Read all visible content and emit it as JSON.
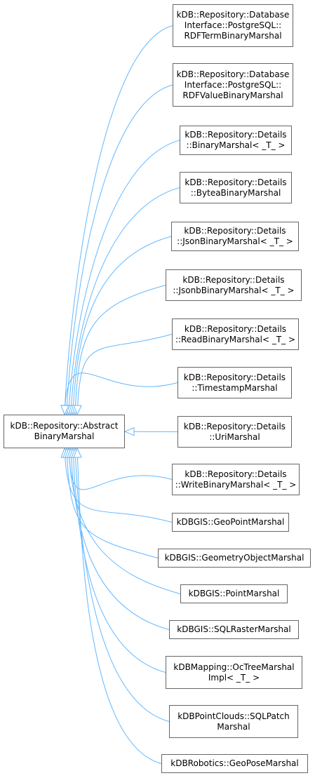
{
  "diagram": {
    "base": {
      "id": "base",
      "label": "kDB::Repository::Abstract\nBinaryMarshal"
    },
    "derived": [
      {
        "id": "n1",
        "label": "kDB::Repository::Database\nInterface::PostgreSQL::\nRDFTermBinaryMarshal"
      },
      {
        "id": "n2",
        "label": "kDB::Repository::Database\nInterface::PostgreSQL::\nRDFValueBinaryMarshal"
      },
      {
        "id": "n3",
        "label": "kDB::Repository::Details\n::BinaryMarshal< _T_ >"
      },
      {
        "id": "n4",
        "label": "kDB::Repository::Details\n::ByteaBinaryMarshal"
      },
      {
        "id": "n5",
        "label": "kDB::Repository::Details\n::JsonBinaryMarshal< _T_ >"
      },
      {
        "id": "n6",
        "label": "kDB::Repository::Details\n::JsonbBinaryMarshal< _T_ >"
      },
      {
        "id": "n7",
        "label": "kDB::Repository::Details\n::ReadBinaryMarshal< _T_ >"
      },
      {
        "id": "n8",
        "label": "kDB::Repository::Details\n::TimestampMarshal"
      },
      {
        "id": "n9",
        "label": "kDB::Repository::Details\n::UriMarshal"
      },
      {
        "id": "n10",
        "label": "kDB::Repository::Details\n::WriteBinaryMarshal< _T_ >"
      },
      {
        "id": "n11",
        "label": "kDBGIS::GeoPointMarshal"
      },
      {
        "id": "n12",
        "label": "kDBGIS::GeometryObjectMarshal"
      },
      {
        "id": "n13",
        "label": "kDBGIS::PointMarshal"
      },
      {
        "id": "n14",
        "label": "kDBGIS::SQLRasterMarshal"
      },
      {
        "id": "n15",
        "label": "kDBMapping::OcTreeMarshal\nImpl< _T_ >"
      },
      {
        "id": "n16",
        "label": "kDBPointClouds::SQLPatch\nMarshal"
      },
      {
        "id": "n17",
        "label": "kDBRobotics::GeoPoseMarshal"
      }
    ],
    "colors": {
      "edge": "#63b8ff",
      "border": "#666666",
      "text": "#000000",
      "background": "#ffffff"
    }
  }
}
